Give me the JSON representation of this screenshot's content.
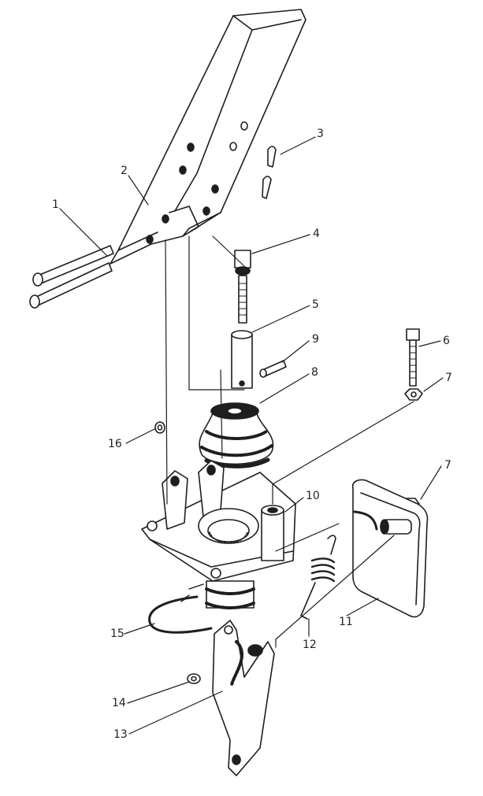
{
  "diagram": {
    "labels": {
      "l1": "1",
      "l2": "2",
      "l3": "3",
      "l4": "4",
      "l5": "5",
      "l6": "6",
      "l7a": "7",
      "l7b": "7",
      "l8": "8",
      "l9": "9",
      "l10": "10",
      "l11": "11",
      "l12": "12",
      "l13": "13",
      "l14": "14",
      "l15": "15",
      "l16": "16"
    },
    "colors": {
      "ink": "#1e1e1e",
      "paper": "#ffffff"
    }
  }
}
